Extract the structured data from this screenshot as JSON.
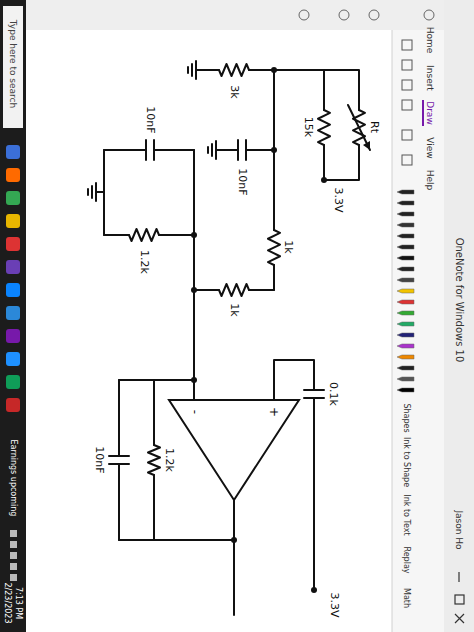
{
  "diagram": {
    "labels": [
      "OneNote for Windows 10",
      "Jason Ho",
      "Home",
      "Insert",
      "Draw",
      "View",
      "Help",
      "Shapes",
      "Ink to Shape",
      "Ink to Text",
      "Replay",
      "Math",
      "Type here to search",
      "Earnings upcoming",
      "7:13 PM",
      "2/23/2023",
      "Rt",
      "15k",
      "3.3V",
      "3k",
      "10nF",
      "1k",
      "1k",
      "10nF",
      "1.2k",
      "+",
      "-",
      "0.1k",
      "3.3V",
      "1.2k",
      "10nF"
    ]
  }
}
